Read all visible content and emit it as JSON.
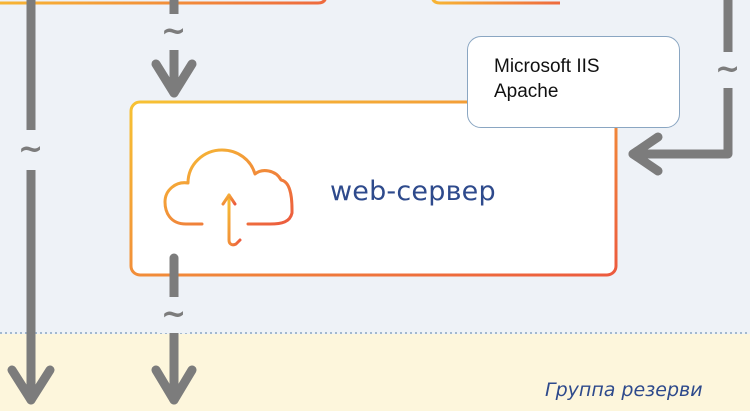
{
  "web_server": {
    "label": "web-сервер",
    "icon": "cloud-sync-icon"
  },
  "tech_box": {
    "lines": [
      "Microsoft IIS",
      "Apache"
    ]
  },
  "group": {
    "label": "Группа резерви"
  },
  "connector_symbol": "~",
  "colors": {
    "box_gradient_start": "#f7c234",
    "box_gradient_end": "#ec5a3e",
    "arrow": "#7c7c7c",
    "label": "#2e4a8c",
    "tech_box_border": "#8aa6c2",
    "background": "#eef2f7",
    "band": "#fdf6dc"
  }
}
